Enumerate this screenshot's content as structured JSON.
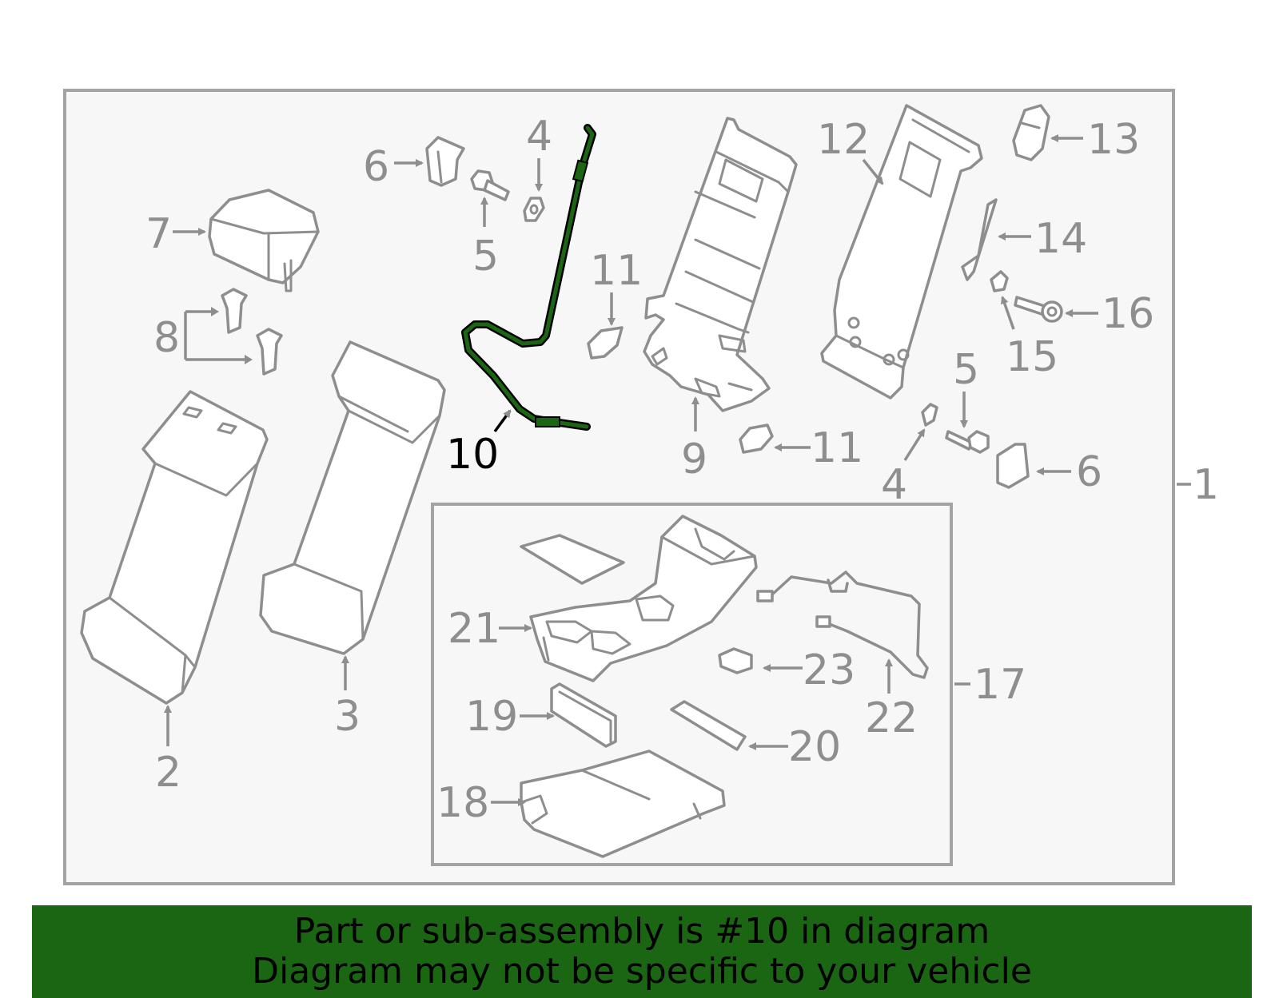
{
  "diagram": {
    "callouts": {
      "c1": "1",
      "c2": "2",
      "c3": "3",
      "c4a": "4",
      "c4b": "4",
      "c5a": "5",
      "c5b": "5",
      "c6a": "6",
      "c6b": "6",
      "c7": "7",
      "c8": "8",
      "c9": "9",
      "c10": "10",
      "c11a": "11",
      "c11b": "11",
      "c12": "12",
      "c13": "13",
      "c14": "14",
      "c15": "15",
      "c16": "16",
      "c17": "17",
      "c18": "18",
      "c19": "19",
      "c20": "20",
      "c21": "21",
      "c22": "22",
      "c23": "23"
    },
    "highlighted_part": "10",
    "colors": {
      "line": "#8e8e8e",
      "background": "#f7f7f7",
      "highlight_part": "#1b6612",
      "highlight_outline": "#000000"
    }
  },
  "banner": {
    "line1": "Part or sub-assembly is #10 in diagram",
    "line2": "Diagram may not be specific to your vehicle",
    "color": "#1b6612"
  }
}
